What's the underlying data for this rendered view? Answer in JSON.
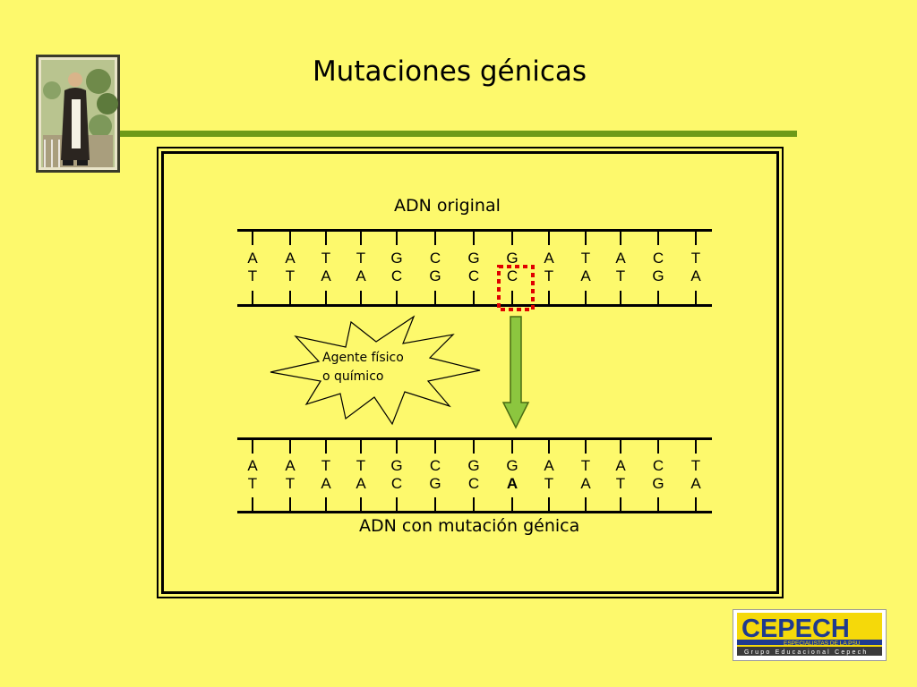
{
  "title": "Mutaciones génicas",
  "colors": {
    "background": "#fdf96c",
    "title_rule": "#6e9a18",
    "arrow": "#8cc63f",
    "highlight_box": "#e00000",
    "logo_blue": "#1f3a8f",
    "logo_yellow": "#f5d90a"
  },
  "portrait_icon": "monk-portrait-icon",
  "diagram": {
    "original_heading": "ADN original",
    "mutated_heading": "ADN con mutación génica",
    "agent_label_line1": "Agente físico",
    "agent_label_line2": "o químico",
    "original_top": [
      "A",
      "A",
      "T",
      "T",
      "G",
      "C",
      "G",
      "G",
      "A",
      "T",
      "A",
      "C",
      "T"
    ],
    "original_bottom": [
      "T",
      "T",
      "A",
      "A",
      "C",
      "G",
      "C",
      "C",
      "T",
      "A",
      "T",
      "G",
      "A"
    ],
    "mutated_top": [
      "A",
      "A",
      "T",
      "T",
      "G",
      "C",
      "G",
      "G",
      "A",
      "T",
      "A",
      "C",
      "T"
    ],
    "mutated_bottom": [
      "T",
      "T",
      "A",
      "A",
      "C",
      "G",
      "C",
      "A",
      "T",
      "A",
      "T",
      "G",
      "A"
    ],
    "mutation_index": 7
  },
  "logo": {
    "name": "CEPECH",
    "tagline": "ESPECIALISTAS DE LA PSU",
    "group": "Grupo Educacional Cepech"
  }
}
